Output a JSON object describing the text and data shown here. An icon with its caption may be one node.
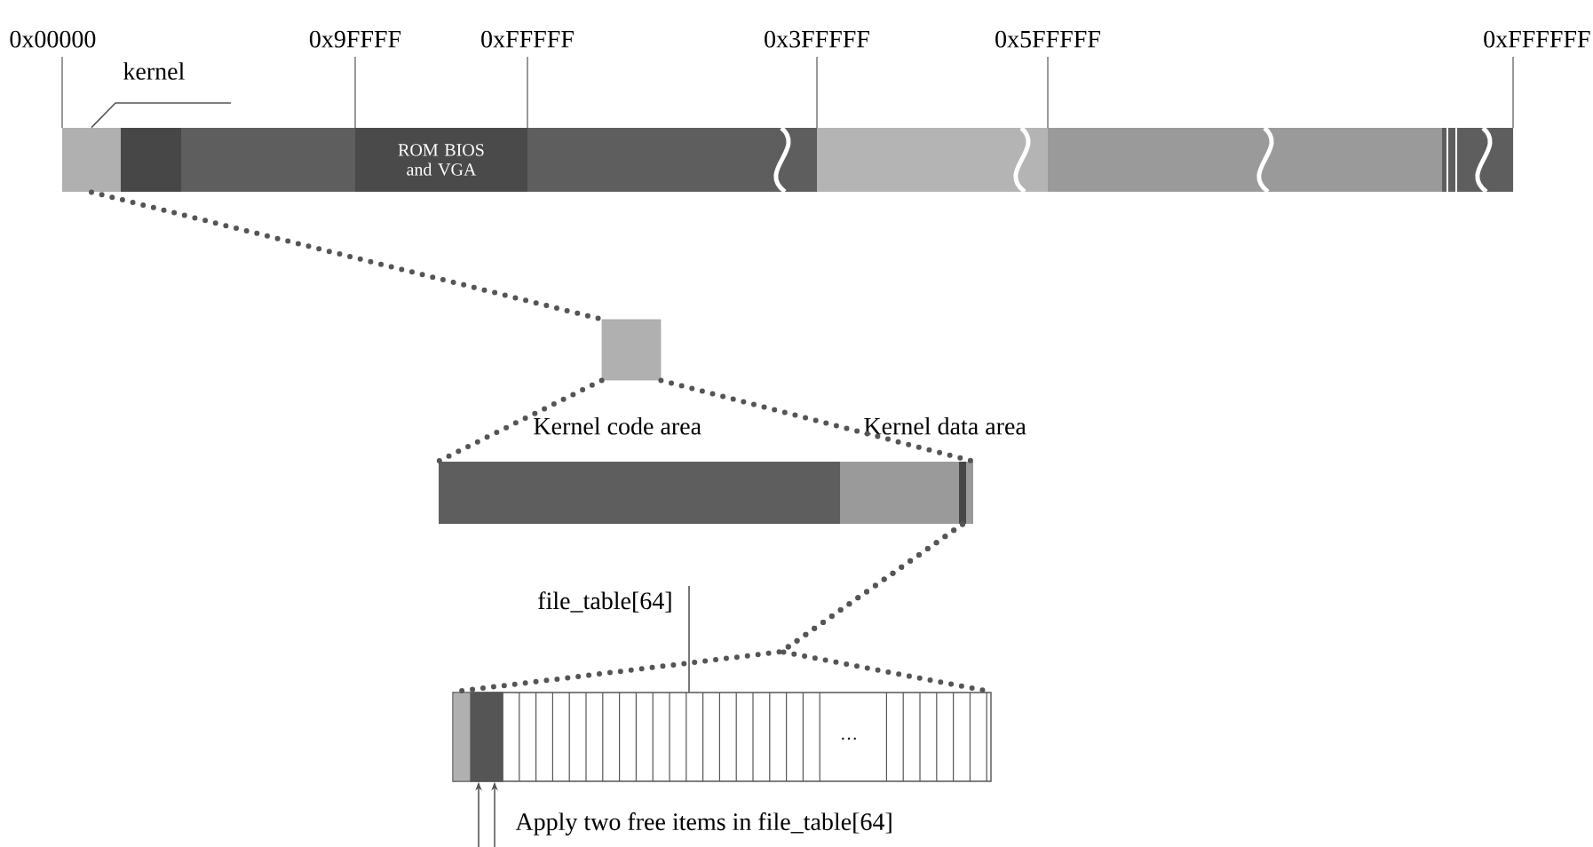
{
  "diagram": {
    "nodes": [
      {
        "text": [
          "kernel"
        ]
      },
      {
        "text": [],
        "shape": "bar"
      },
      {
        "text": [
          "ROM BIOS and VGA"
        ]
      },
      {
        "text": [],
        "shape": "box"
      },
      {
        "text": [
          "Kernel code area"
        ]
      },
      {
        "text": [
          "Kernel data area"
        ]
      },
      {
        "text": [],
        "shape": "bar",
        "in": 5
      },
      {
        "text": [
          "file_table[64]"
        ]
      },
      {
        "text": [],
        "shape": "bar"
      },
      {
        "text": [],
        "shape": "box",
        "in": 8
      },
      {
        "text": [],
        "shape": "box",
        "in": 8
      }
    ],
    "edges": [
      {
        "from": 0,
        "to": 1,
        "arrow": "none"
      },
      {
        "from": 1,
        "to": 3,
        "arrow": "none",
        "style": "dashed"
      },
      {
        "from": 3,
        "to": 4,
        "arrow": "none",
        "style": "dashed"
      },
      {
        "from": 3,
        "to": 5,
        "arrow": "none",
        "style": "dashed"
      },
      {
        "from": 6,
        "to": 8,
        "arrow": "none",
        "style": "dashed"
      },
      {
        "from": 6,
        "to": 8,
        "arrow": "none",
        "style": "dashed"
      },
      {
        "from": 7,
        "to": 8,
        "arrow": "none"
      },
      {
        "from": null,
        "to": 9,
        "arrow": "to"
      },
      {
        "from": null,
        "to": 10,
        "arrow": "to"
      }
    ],
    "labels": [
      "0x00000",
      "0x9FFFF",
      "0xFFFFF",
      "0x3FFFFF",
      "0x5FFFFF",
      "0xFFFFFF",
      "…",
      "Apply two free items in file_table[64]"
    ]
  }
}
